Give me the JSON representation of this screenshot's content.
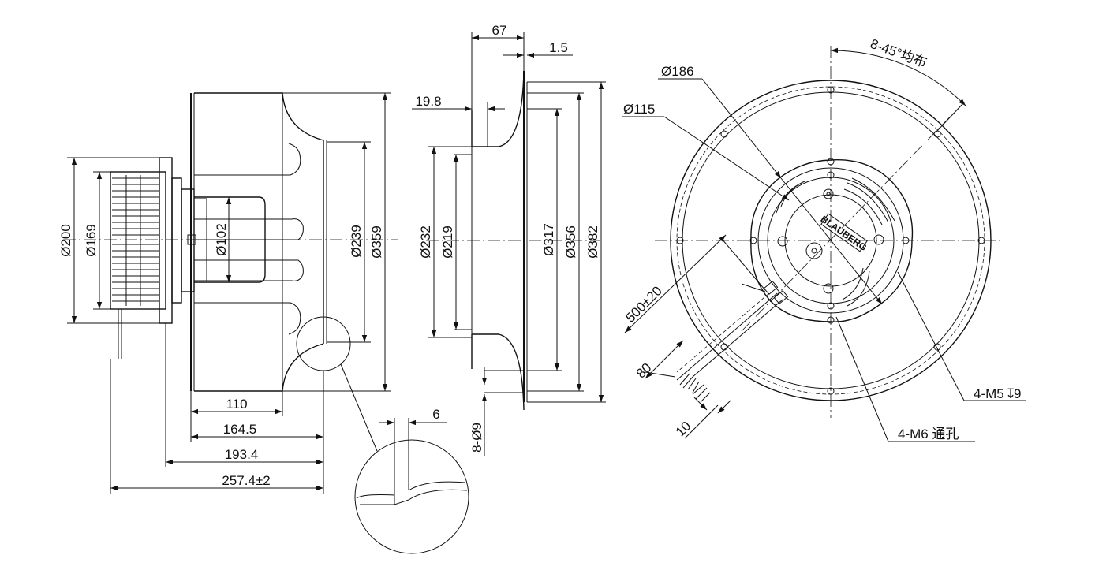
{
  "dimensions": {
    "side": {
      "d200": "Ø200",
      "d169": "Ø169",
      "d102": "Ø102",
      "d239": "Ø239",
      "d359": "Ø359",
      "len110": "110",
      "len164": "164.5",
      "len193": "193.4",
      "len257": "257.4±2"
    },
    "inlet": {
      "w67": "67",
      "t15": "1.5",
      "d198": "19.8",
      "d232": "Ø232",
      "d219": "Ø219",
      "d317": "Ø317",
      "d356": "Ø356",
      "d382": "Ø382",
      "holes": "8-Ø9"
    },
    "detail": {
      "t6": "6"
    },
    "front": {
      "d186": "Ø186",
      "d115": "Ø115",
      "angle": "8-45°均布",
      "cable": "500±20",
      "c80": "80",
      "c10": "10",
      "m5": "4-M5",
      "m5depth": "9",
      "m6": "4-M6 通孔",
      "logo": "BLAUBERG"
    }
  },
  "symbols": [
    "diameter-symbol",
    "depth-symbol"
  ]
}
